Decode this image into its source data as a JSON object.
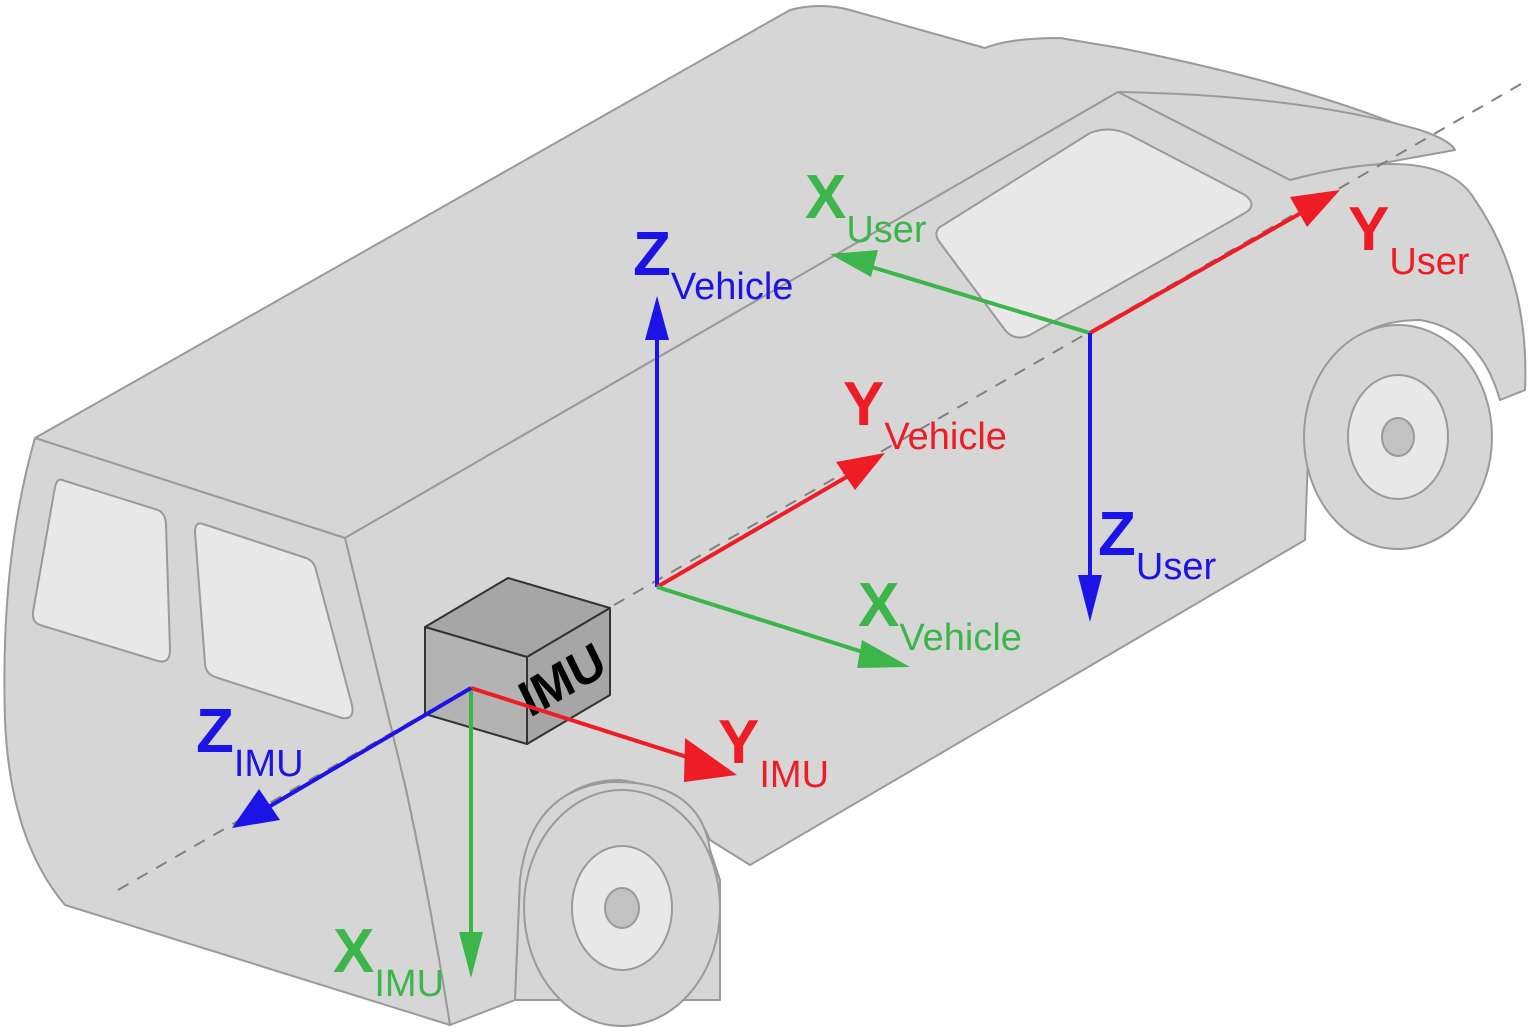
{
  "imu_box_label": "IMU",
  "colors": {
    "x_axis": "#3cb54a",
    "y_axis": "#ee1c25",
    "z_axis": "#1c14e6",
    "car_body": "#d6d6d6",
    "car_outline": "#9a9a9a",
    "window": "#e8e8e8",
    "imu_box": "#b3b3b3"
  },
  "frames": {
    "imu": {
      "x": {
        "main": "X",
        "sub": "IMU"
      },
      "y": {
        "main": "Y",
        "sub": "IMU"
      },
      "z": {
        "main": "Z",
        "sub": "IMU"
      }
    },
    "vehicle": {
      "x": {
        "main": "X",
        "sub": "Vehicle"
      },
      "y": {
        "main": "Y",
        "sub": "Vehicle"
      },
      "z": {
        "main": "Z",
        "sub": "Vehicle"
      }
    },
    "user": {
      "x": {
        "main": "X",
        "sub": "User"
      },
      "y": {
        "main": "Y",
        "sub": "User"
      },
      "z": {
        "main": "Z",
        "sub": "User"
      }
    }
  }
}
